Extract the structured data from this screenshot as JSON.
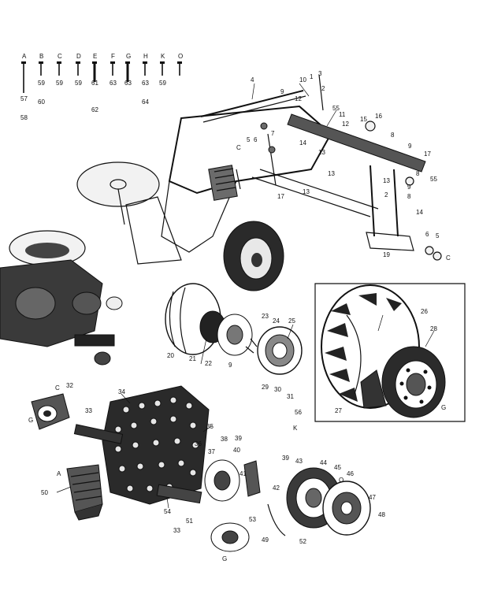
{
  "callouts_top_row": [
    {
      "text": "A",
      "sub": [
        "57",
        "58"
      ]
    },
    {
      "text": "B",
      "sub": [
        "59",
        "60"
      ]
    },
    {
      "text": "C",
      "sub": [
        "59"
      ]
    },
    {
      "text": "D",
      "sub": [
        "59"
      ]
    },
    {
      "text": "E",
      "sub": [
        "61",
        "62"
      ]
    },
    {
      "text": "F",
      "sub": [
        "63"
      ]
    },
    {
      "text": "G",
      "sub": [
        "63"
      ]
    },
    {
      "text": "H",
      "sub": [
        "63",
        "64"
      ]
    },
    {
      "text": "K",
      "sub": [
        "59"
      ]
    },
    {
      "text": "O",
      "sub": []
    }
  ],
  "callouts": {
    "n1": "1",
    "n2": "2",
    "n3": "3",
    "n4": "4",
    "n5": "5",
    "n6": "6",
    "n7": "7",
    "n8": "8",
    "n9": "9",
    "n10": "10",
    "n11": "11",
    "n12": "12",
    "n13": "13",
    "n14": "14",
    "n15": "15",
    "n16": "16",
    "n17": "17",
    "n19": "19",
    "n20": "20",
    "n21": "21",
    "n22": "22",
    "n23": "23",
    "n24": "24",
    "n25": "25",
    "n26": "26",
    "n27": "27",
    "n28": "28",
    "n29": "29",
    "n30": "30",
    "n31": "31",
    "n32": "32",
    "n33": "33",
    "n34": "34",
    "n35": "35",
    "n36": "36",
    "n37": "37",
    "n38": "38",
    "n39": "39",
    "n40": "40",
    "n41": "41",
    "n42": "42",
    "n43": "43",
    "n44": "44",
    "n45": "45",
    "n46": "46",
    "n47": "47",
    "n48": "48",
    "n49": "49",
    "n50": "50",
    "n51": "51",
    "n52": "52",
    "n53": "53",
    "n54": "54",
    "n55": "55",
    "n56": "56",
    "c": "C",
    "k": "K",
    "g": "G",
    "a": "A",
    "o": "O"
  }
}
